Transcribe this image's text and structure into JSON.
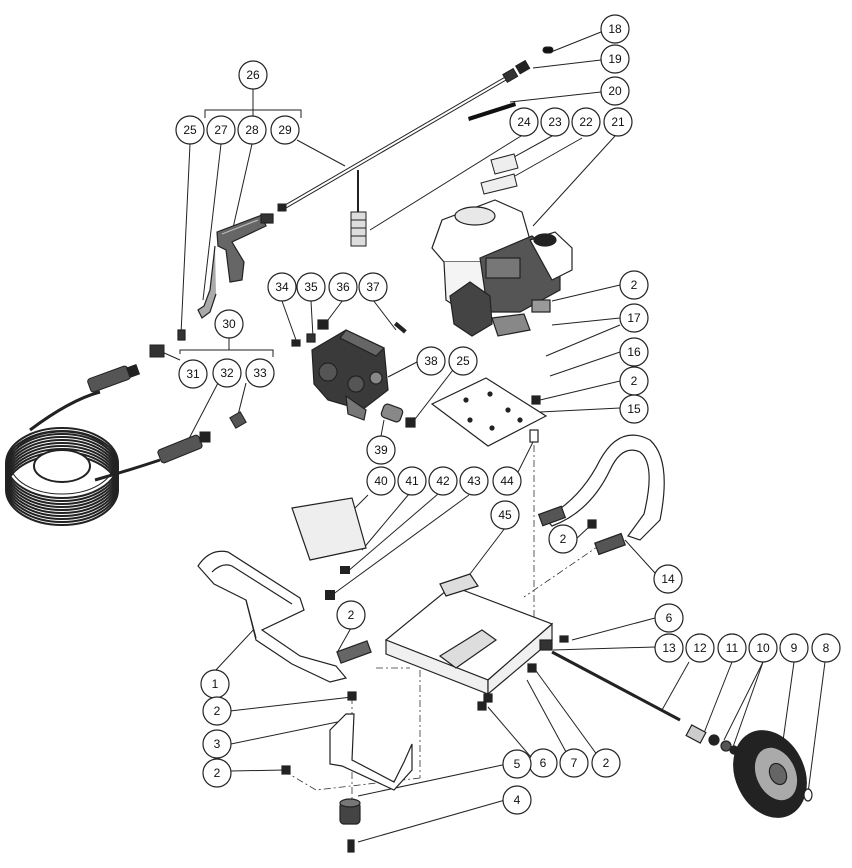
{
  "diagram": {
    "type": "exploded-parts-diagram",
    "callouts": [
      {
        "id": "c18",
        "label": "18"
      },
      {
        "id": "c19",
        "label": "19"
      },
      {
        "id": "c20",
        "label": "20"
      },
      {
        "id": "c26",
        "label": "26"
      },
      {
        "id": "c25a",
        "label": "25"
      },
      {
        "id": "c27",
        "label": "27"
      },
      {
        "id": "c28",
        "label": "28"
      },
      {
        "id": "c29",
        "label": "29"
      },
      {
        "id": "c24",
        "label": "24"
      },
      {
        "id": "c23",
        "label": "23"
      },
      {
        "id": "c22",
        "label": "22"
      },
      {
        "id": "c21",
        "label": "21"
      },
      {
        "id": "c2a",
        "label": "2"
      },
      {
        "id": "c17",
        "label": "17"
      },
      {
        "id": "c16",
        "label": "16"
      },
      {
        "id": "c2b",
        "label": "2"
      },
      {
        "id": "c15",
        "label": "15"
      },
      {
        "id": "c34",
        "label": "34"
      },
      {
        "id": "c35",
        "label": "35"
      },
      {
        "id": "c36",
        "label": "36"
      },
      {
        "id": "c37",
        "label": "37"
      },
      {
        "id": "c30",
        "label": "30"
      },
      {
        "id": "c38",
        "label": "38"
      },
      {
        "id": "c25b",
        "label": "25"
      },
      {
        "id": "c31",
        "label": "31"
      },
      {
        "id": "c32",
        "label": "32"
      },
      {
        "id": "c33",
        "label": "33"
      },
      {
        "id": "c39",
        "label": "39"
      },
      {
        "id": "c40",
        "label": "40"
      },
      {
        "id": "c41",
        "label": "41"
      },
      {
        "id": "c42",
        "label": "42"
      },
      {
        "id": "c43",
        "label": "43"
      },
      {
        "id": "c44",
        "label": "44"
      },
      {
        "id": "c45",
        "label": "45"
      },
      {
        "id": "c2c",
        "label": "2"
      },
      {
        "id": "c14",
        "label": "14"
      },
      {
        "id": "c2d",
        "label": "2"
      },
      {
        "id": "c6a",
        "label": "6"
      },
      {
        "id": "c13",
        "label": "13"
      },
      {
        "id": "c12",
        "label": "12"
      },
      {
        "id": "c11",
        "label": "11"
      },
      {
        "id": "c10",
        "label": "10"
      },
      {
        "id": "c9",
        "label": "9"
      },
      {
        "id": "c8",
        "label": "8"
      },
      {
        "id": "c1",
        "label": "1"
      },
      {
        "id": "c2e",
        "label": "2"
      },
      {
        "id": "c3",
        "label": "3"
      },
      {
        "id": "c2f",
        "label": "2"
      },
      {
        "id": "c6b",
        "label": "6"
      },
      {
        "id": "c7",
        "label": "7"
      },
      {
        "id": "c2g",
        "label": "2"
      },
      {
        "id": "c5",
        "label": "5"
      },
      {
        "id": "c4",
        "label": "4"
      }
    ]
  }
}
